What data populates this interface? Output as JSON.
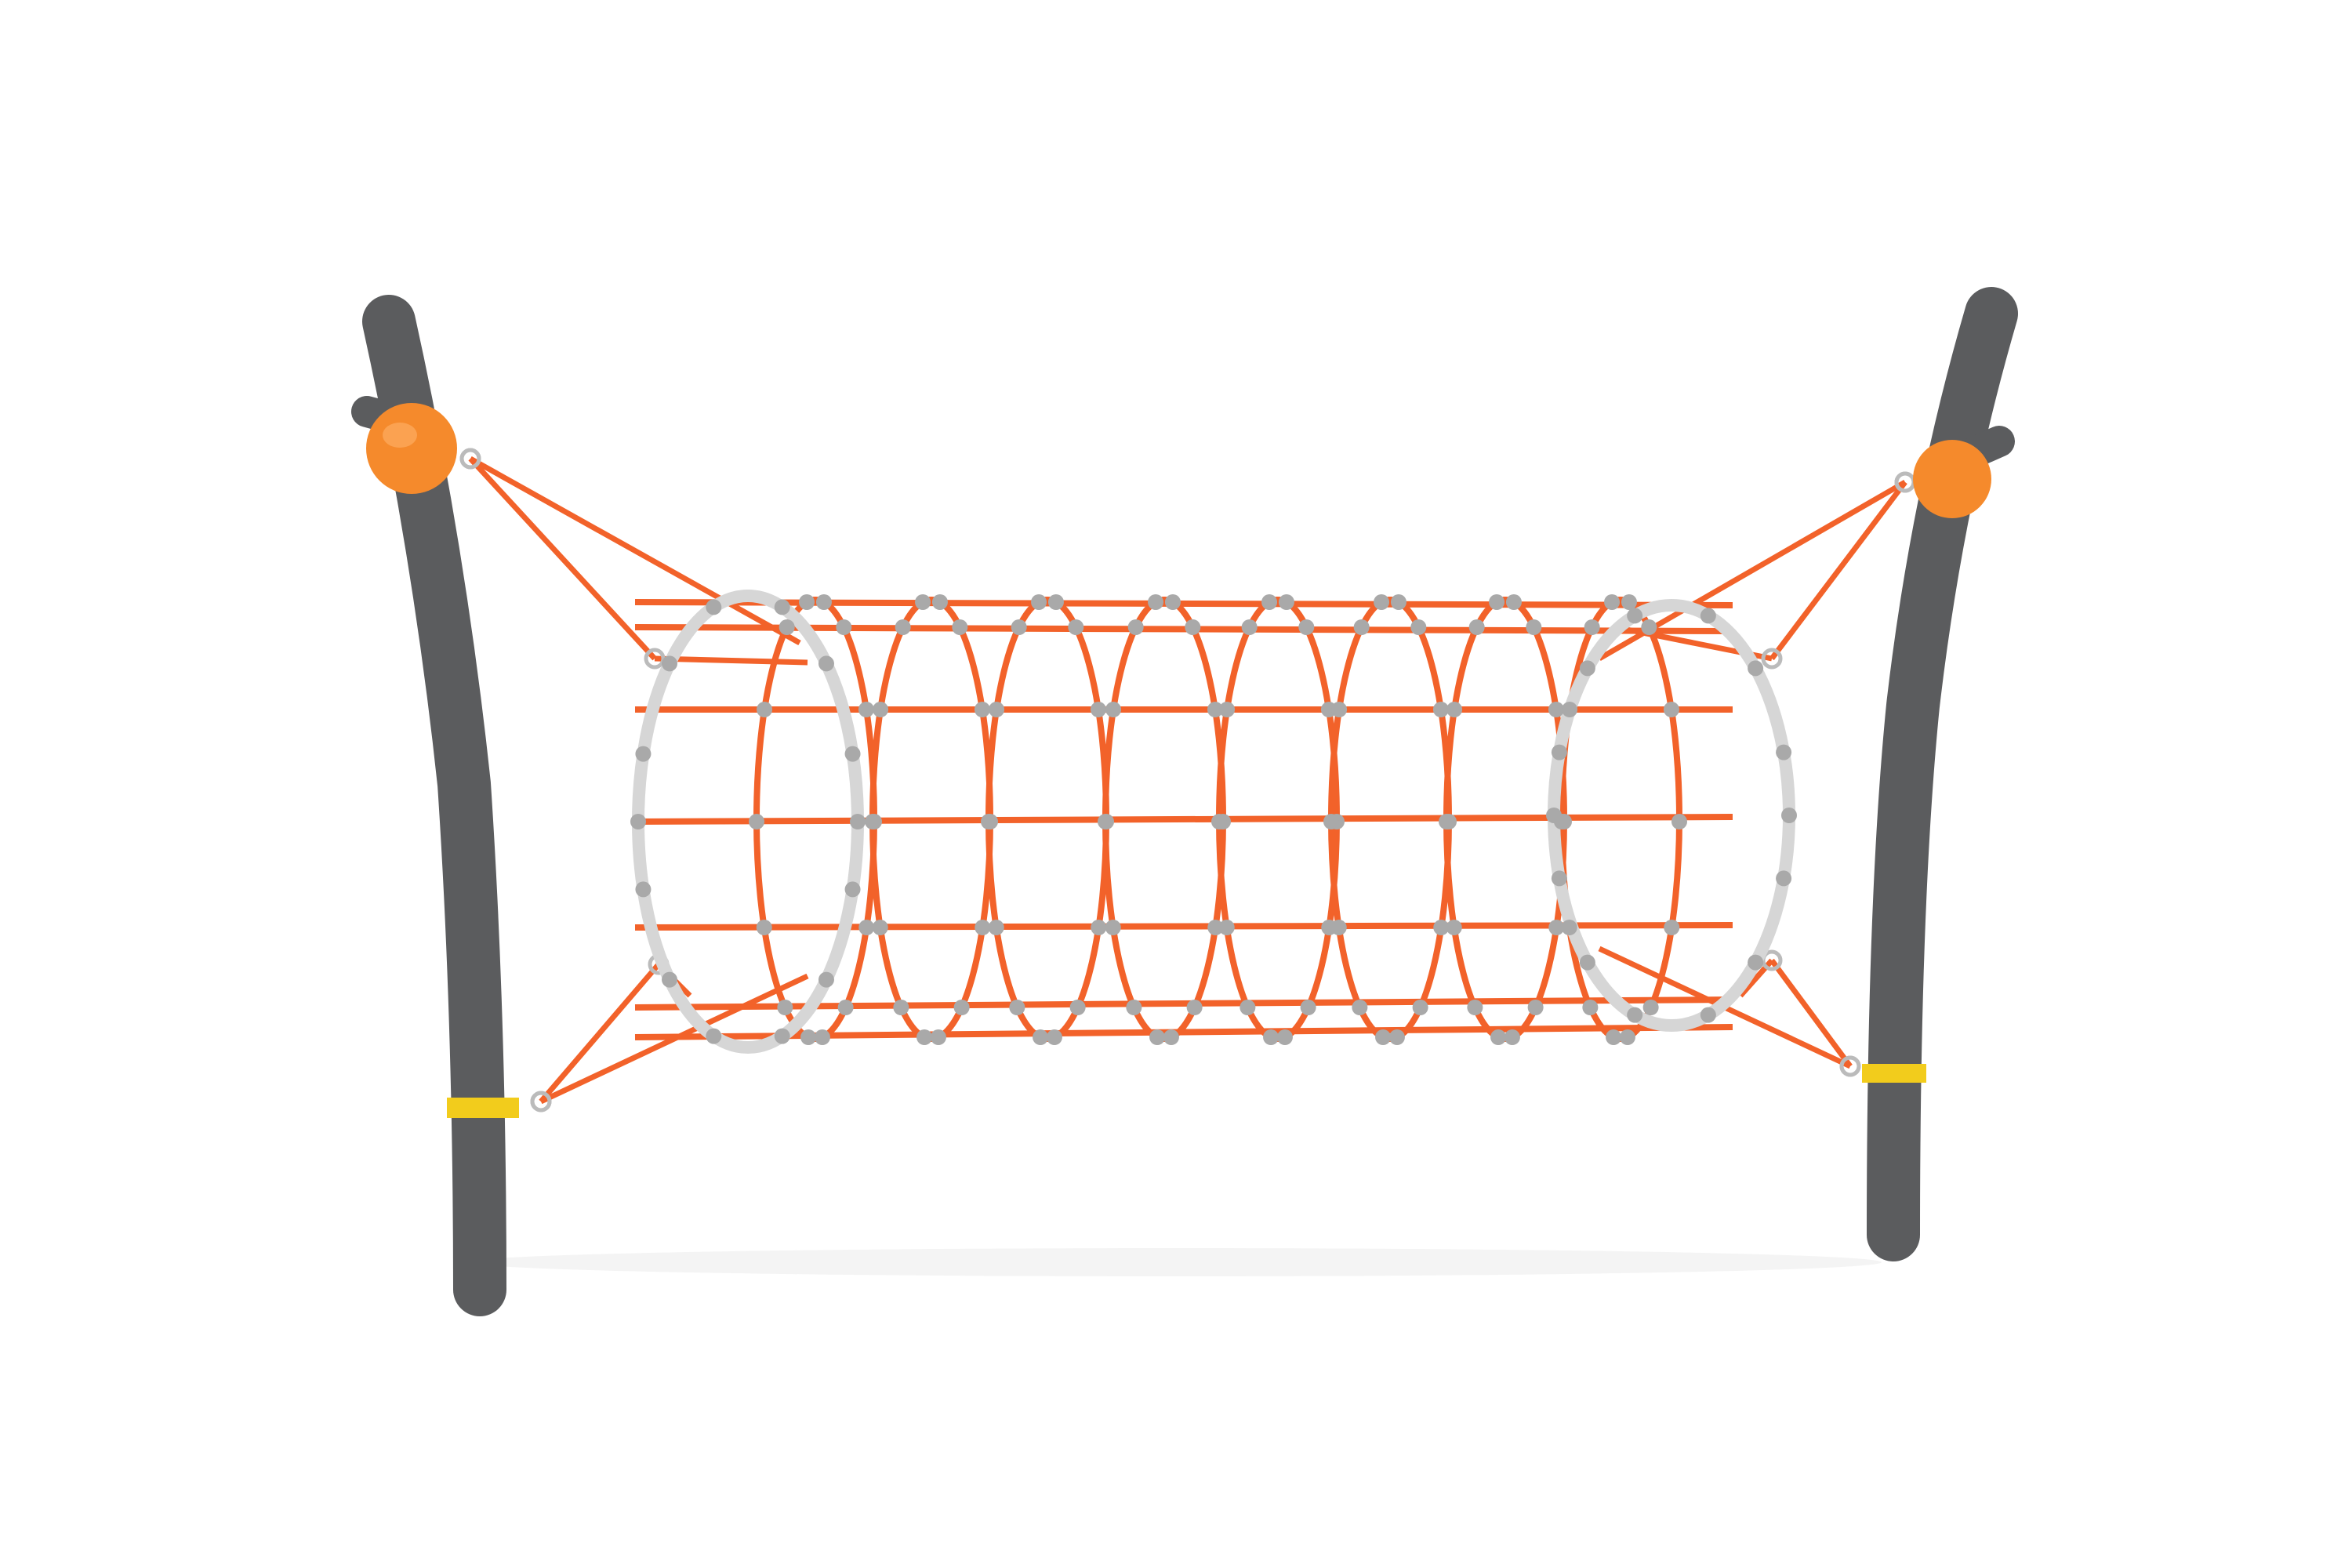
{
  "scene": {
    "subject": "tunnel-net-climber",
    "colors": {
      "background": "#ffffff",
      "post": "#5b5c5e",
      "net_rope": "#f2622a",
      "steel_ring": "#d6d6d6",
      "connector_node": "#a9a9a9",
      "ball": "#f58a2c",
      "band": "#f2cc1c"
    },
    "net_rings": 8,
    "longitudinal_ropes": 7
  }
}
